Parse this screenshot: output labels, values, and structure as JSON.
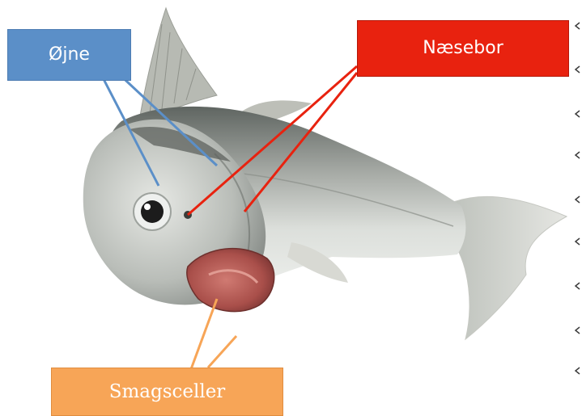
{
  "labels": {
    "eyes": "Øjne",
    "nostrils": "Næsebor",
    "taste_cells": "Smagsceller"
  },
  "colors": {
    "eyes": "#5b8fc8",
    "nostrils": "#e8220f",
    "taste_cells": "#f7a557",
    "fish_body": "#c9ccc7",
    "fish_back": "#6f7470",
    "mouth": "#b9605a"
  }
}
